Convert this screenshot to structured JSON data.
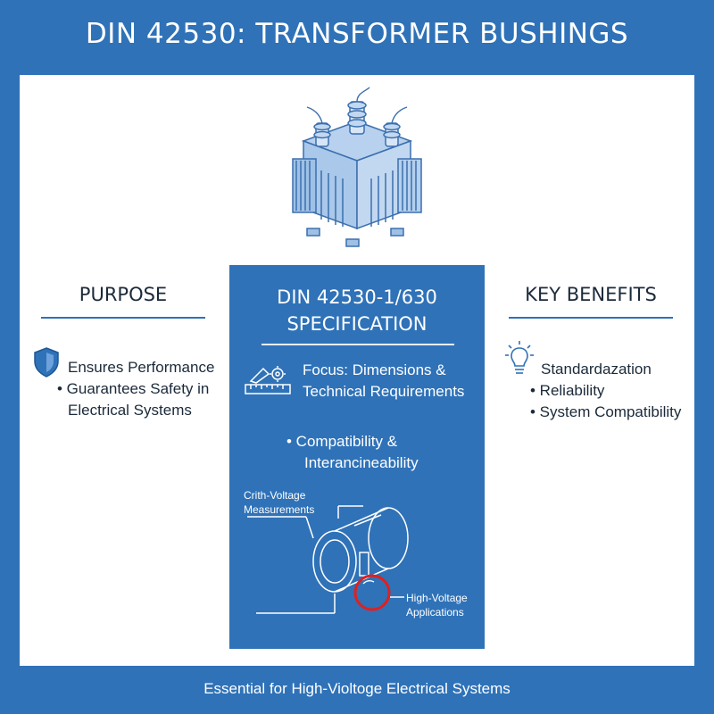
{
  "title": "DIN 42530: TRANSFORMER BUSHINGS",
  "purpose": {
    "heading": "PURPOSE",
    "lines": [
      "Ensures Performance",
      "• Guarantees Safety in",
      "Electrical Systems"
    ]
  },
  "specification": {
    "heading_line1": "DIN 42530-1/630",
    "heading_line2": "SPECIFICATION",
    "focus_line1": "Focus: Dimensions &",
    "focus_line2": "Technical Requirements",
    "compat_line1": "•  Compatibility &",
    "compat_line2": "Interancineability",
    "label_measure_line1": "Crith-Voltage",
    "label_measure_line2": "Measurements",
    "label_app_line1": "High-Voltage",
    "label_app_line2": "Applications"
  },
  "benefits": {
    "heading": "KEY BENEFITS",
    "lines": [
      "Standardazation",
      "• Reliability",
      "• System Compatibility"
    ]
  },
  "footer": "Essential for High-Violtoge Electrical Systems",
  "colors": {
    "background": "#2f72b8",
    "panel": "#ffffff",
    "highlight_circle": "#e0201e"
  },
  "icons": [
    "transformer-icon",
    "shield-icon",
    "ruler-gear-icon",
    "lightbulb-icon",
    "bushing-icon"
  ]
}
